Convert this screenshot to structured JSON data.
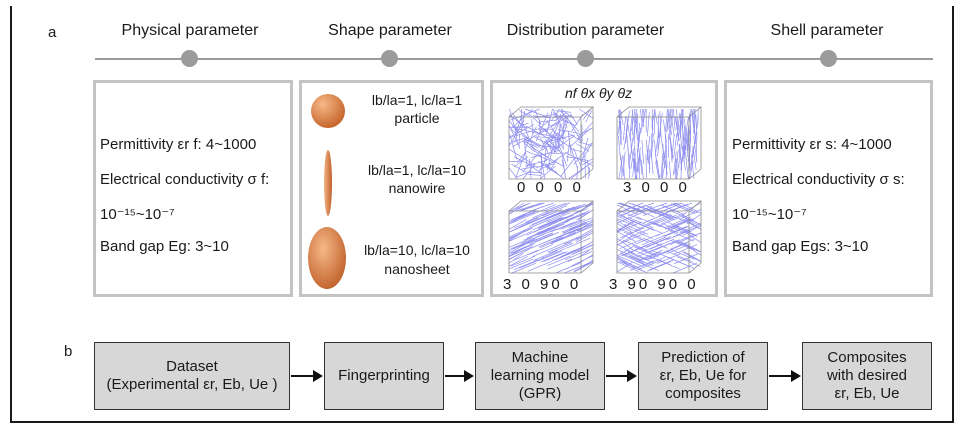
{
  "panels": {
    "a": "a",
    "b": "b"
  },
  "params": [
    {
      "title": "Physical parameter"
    },
    {
      "title": "Shape parameter"
    },
    {
      "title": "Distribution parameter"
    },
    {
      "title": "Shell parameter"
    }
  ],
  "physical": {
    "permittivity": "Permittivity εr f: 4~1000",
    "conductivity": "Electrical conductivity σ f:",
    "range": "10⁻¹⁵~10⁻⁷",
    "bandgap": "Band gap Eg: 3~10"
  },
  "shape": {
    "particle": {
      "ratio": "lb/la=1, lc/la=1",
      "name": "particle"
    },
    "nanowire": {
      "ratio": "lb/la=1, lc/la=10",
      "name": "nanowire"
    },
    "nanosheet": {
      "ratio": "lb/la=10, lc/la=10",
      "name": "nanosheet"
    }
  },
  "distribution": {
    "header": "nf θx θy θz",
    "captions": [
      "0 0 0 0",
      "3 0 0 0",
      "3 0 90 0",
      "3 90 90 0"
    ]
  },
  "shell": {
    "permittivity": "Permittivity εr s: 4~1000",
    "conductivity": "Electrical conductivity σ s:",
    "range": "10⁻¹⁵~10⁻⁷",
    "bandgap": "Band gap Egs: 3~10"
  },
  "workflow": [
    {
      "line1": "Dataset",
      "line2": "(Experimental εr, Eb, Ue )"
    },
    {
      "line1": "Fingerprinting",
      "line2": ""
    },
    {
      "line1": "Machine",
      "line2": "learning model",
      "line3": "(GPR)"
    },
    {
      "line1": "Prediction of",
      "line2": "εr, Eb, Ue for",
      "line3": "composites"
    },
    {
      "line1": "Composites",
      "line2": "with desired",
      "line3": "εr, Eb, Ue"
    }
  ],
  "colors": {
    "particle": "#e08a4f",
    "fibers": "#8f8ff0",
    "box_border": "#c3c3c3",
    "flow_fill": "#d7d7d7"
  }
}
